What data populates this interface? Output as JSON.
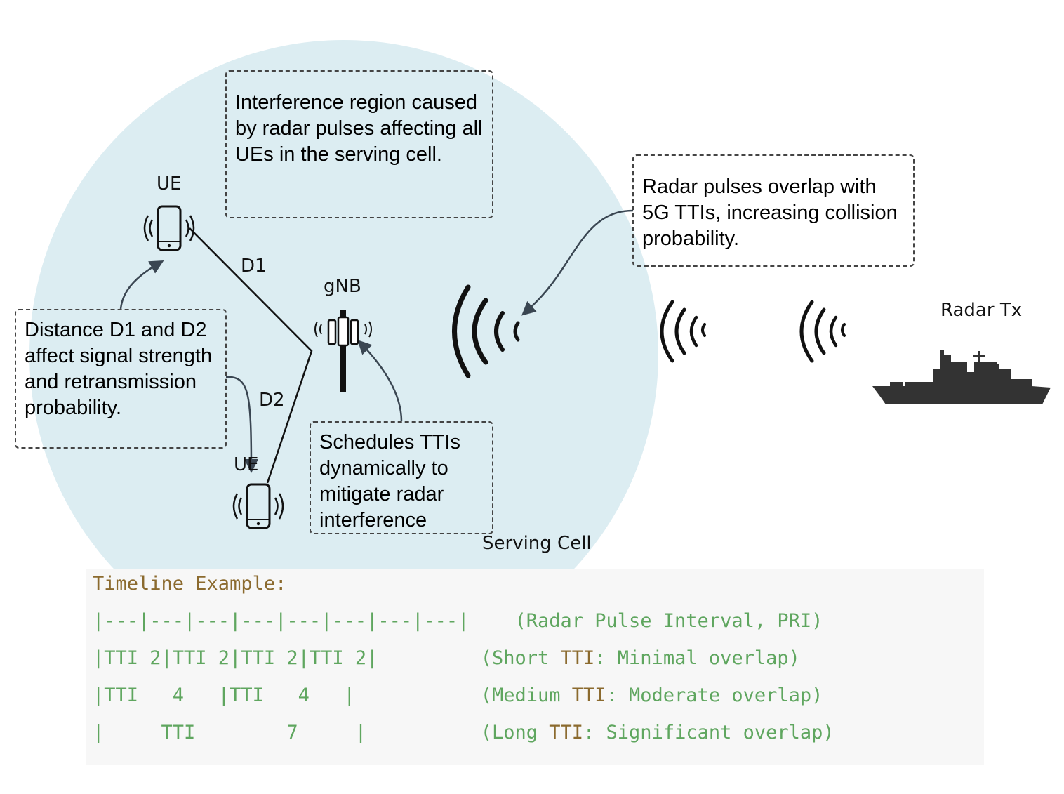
{
  "labels": {
    "ue_top": "UE",
    "ue_bottom": "UE",
    "gnb": "gNB",
    "d1": "D1",
    "d2": "D2",
    "radar_tx": "Radar Tx",
    "serving_cell": "Serving Cell"
  },
  "notes": {
    "interference_region": "Interference region caused by radar pulses affecting all UEs in the serving cell.",
    "radar_overlap": "Radar pulses overlap with 5G TTIs, increasing collision probability.",
    "distance": "Distance  D1 and D2 affect signal strength and retransmission probability.",
    "schedules": "Schedules TTIs dynamically to mitigate radar interference"
  },
  "timeline": {
    "title": "Timeline Example:",
    "rows": [
      {
        "bar": "|---|---|---|---|---|---|---|---|",
        "gap": "    ",
        "comment": "(Radar Pulse Interval, PRI)"
      },
      {
        "bar": "|TTI 2|TTI 2|TTI 2|TTI 2|",
        "gap": "         ",
        "comment_pre": "(Short ",
        "kw": "TTI",
        "comment_post": ": Minimal overlap)"
      },
      {
        "bar": "|TTI   4   |TTI   4   |",
        "gap": "           ",
        "comment_pre": "(Medium ",
        "kw": "TTI",
        "comment_post": ": Moderate overlap)"
      },
      {
        "bar": "|     TTI        7     |",
        "gap": "          ",
        "comment_pre": "(Long ",
        "kw": "TTI",
        "comment_post": ": Significant overlap)"
      }
    ]
  },
  "colors": {
    "cell_fill": "#dcedf2",
    "border": "#444444",
    "timeline_bg": "#f7f7f7",
    "timeline_title": "#8b6a2e",
    "timeline_comment": "#5fa65f"
  },
  "icons": [
    "phone-icon",
    "antenna-tower-icon",
    "radar-wave-icon",
    "ship-icon"
  ]
}
